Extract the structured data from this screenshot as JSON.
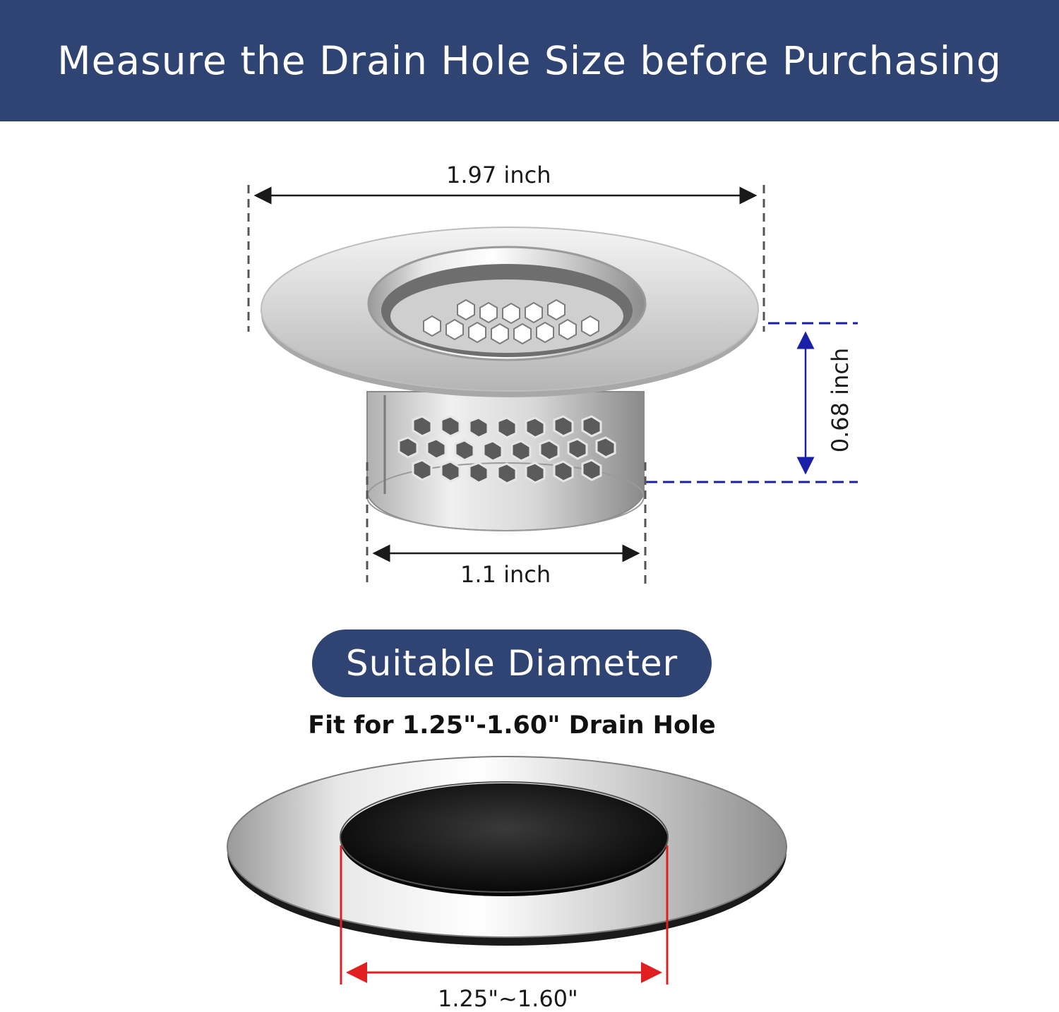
{
  "header": {
    "title": "Measure the Drain Hole Size before Purchasing"
  },
  "dimensions": {
    "top_width": "1.97 inch",
    "height": "0.68 inch",
    "basket_width": "1.1 inch"
  },
  "suitable": {
    "pill_label": "Suitable Diameter",
    "fit_text": "Fit for 1.25\"-1.60\" Drain Hole",
    "range_label": "1.25\"~1.60\""
  },
  "colors": {
    "header_bg": "#2f4472",
    "height_arrow": "#1a1fa8",
    "range_arrow": "#e02020"
  }
}
